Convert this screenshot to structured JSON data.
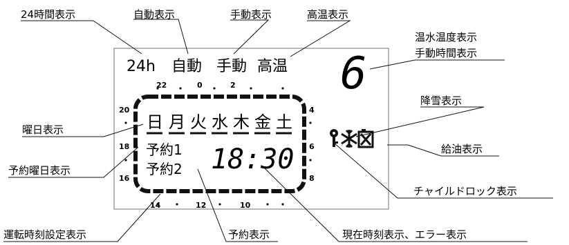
{
  "callouts": {
    "h24": "24時間表示",
    "auto": "自動表示",
    "manual": "手動表示",
    "high": "高温表示",
    "temp_line1": "温水温度表示",
    "temp_line2": "手動時間表示",
    "snow": "降雪表示",
    "weekday": "曜日表示",
    "fuel": "給油表示",
    "resv_weekday": "予約曜日表示",
    "childlock": "チャイルドロック表示",
    "run_time": "運転時刻設定表示",
    "resv": "予約表示",
    "current_time": "現在時刻表示、エラー表示"
  },
  "display": {
    "indicators": {
      "h24": "24h",
      "auto": "自動",
      "manual": "手動",
      "high": "高温"
    },
    "big_digit": "6",
    "days": [
      "日",
      "月",
      "火",
      "水",
      "木",
      "金",
      "土"
    ],
    "reservation1": "予約1",
    "reservation2": "予約2",
    "clock": "18:30",
    "dial_numbers": {
      "top": [
        "22",
        "0",
        "2"
      ],
      "bottom": [
        "14",
        "12",
        "10"
      ],
      "left": [
        "20",
        "18",
        "16"
      ],
      "right": [
        "4",
        "6",
        "8"
      ]
    },
    "icons": [
      "key-icon",
      "snowflake-icon",
      "fuel-can-icon"
    ]
  }
}
